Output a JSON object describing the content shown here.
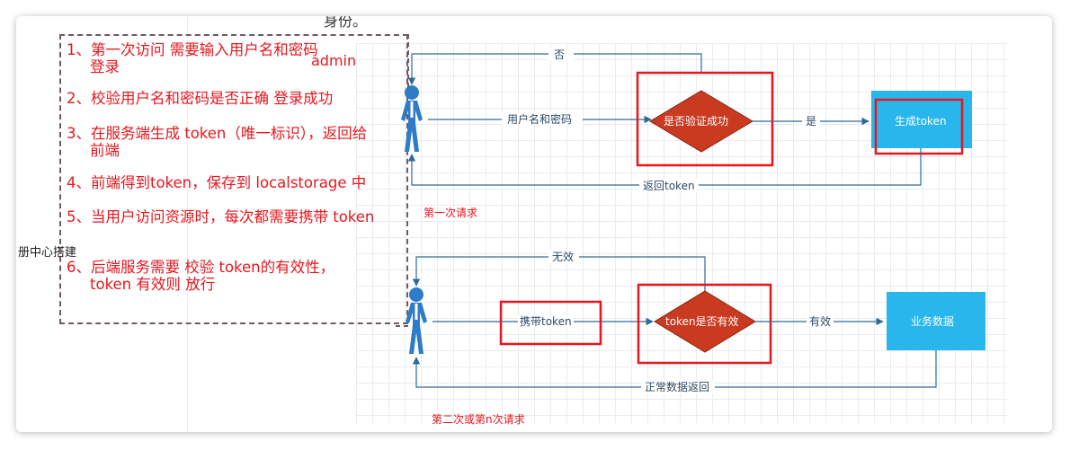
{
  "top_cut_text": "身份。",
  "side_label": "册中心搭建",
  "admin_label": "admin",
  "steps": [
    {
      "line1": "1、第一次访问 需要输入用户名和密码",
      "line2": "登录"
    },
    {
      "line1": "2、校验用户名和密码是否正确 登录成功",
      "line2": ""
    },
    {
      "line1": "3、在服务端生成 token（唯一标识），返回给",
      "line2": "前端"
    },
    {
      "line1": "4、前端得到token，保存到 localstorage 中",
      "line2": ""
    },
    {
      "line1": "5、当用户访问资源时，每次都需要携带 token",
      "line2": ""
    },
    {
      "line1": "6、后端服务需要 校验 token的有效性，",
      "line2": "token 有效则 放行"
    }
  ],
  "flow1": {
    "caption": "第一次请求",
    "edge_request": "用户名和密码",
    "decision": "是否验证成功",
    "edge_yes": "是",
    "edge_no": "否",
    "process": "生成token",
    "edge_return": "返回token"
  },
  "flow2": {
    "caption": "第二次或第n次请求",
    "carry_box": "携带token",
    "decision": "token是否有效",
    "edge_valid": "有效",
    "edge_invalid": "无效",
    "process": "业务数据",
    "edge_return": "正常数据返回"
  },
  "colors": {
    "step_text": "#e8161d",
    "highlight": "#e8161d",
    "diamond": "#c93a20",
    "process_box": "#29b6ec",
    "arrow": "#2d6a99",
    "person": "#2e7cc7"
  },
  "icons": [
    "person-icon"
  ]
}
